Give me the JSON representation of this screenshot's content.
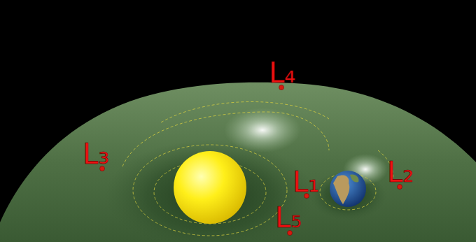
{
  "diagram": {
    "labels": [
      "L₄",
      "L₃",
      "L₁",
      "L₂",
      "L₅"
    ]
  }
}
